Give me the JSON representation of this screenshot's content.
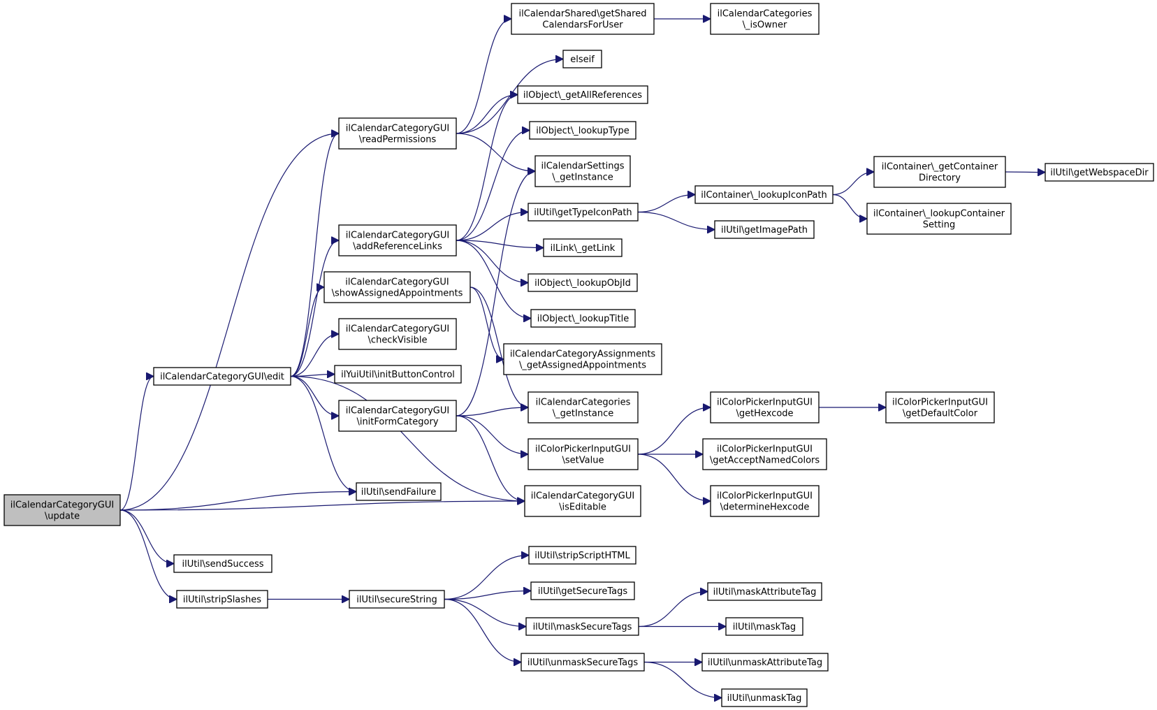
{
  "nodes": [
    {
      "id": "update",
      "lines": [
        "ilCalendarCategoryGUI",
        "\\update"
      ],
      "root": true
    },
    {
      "id": "edit",
      "lines": [
        "ilCalendarCategoryGUI\\edit"
      ]
    },
    {
      "id": "sendSuccess",
      "lines": [
        "ilUtil\\sendSuccess"
      ]
    },
    {
      "id": "stripSlashes",
      "lines": [
        "ilUtil\\stripSlashes"
      ]
    },
    {
      "id": "readPermissions",
      "lines": [
        "ilCalendarCategoryGUI",
        "\\readPermissions"
      ]
    },
    {
      "id": "addReferenceLinks",
      "lines": [
        "ilCalendarCategoryGUI",
        "\\addReferenceLinks"
      ]
    },
    {
      "id": "showAssigned",
      "lines": [
        "ilCalendarCategoryGUI",
        "\\showAssignedAppointments"
      ]
    },
    {
      "id": "checkVisible",
      "lines": [
        "ilCalendarCategoryGUI",
        "\\checkVisible"
      ]
    },
    {
      "id": "initButton",
      "lines": [
        "ilYuiUtil\\initButtonControl"
      ]
    },
    {
      "id": "initForm",
      "lines": [
        "ilCalendarCategoryGUI",
        "\\initFormCategory"
      ]
    },
    {
      "id": "sendFailure",
      "lines": [
        "ilUtil\\sendFailure"
      ]
    },
    {
      "id": "secureString",
      "lines": [
        "ilUtil\\secureString"
      ]
    },
    {
      "id": "getShared",
      "lines": [
        "ilCalendarShared\\getShared",
        "CalendarsForUser"
      ]
    },
    {
      "id": "elseif",
      "lines": [
        "elseif"
      ]
    },
    {
      "id": "getAllRefs",
      "lines": [
        "ilObject\\_getAllReferences"
      ]
    },
    {
      "id": "lookupType",
      "lines": [
        "ilObject\\_lookupType"
      ]
    },
    {
      "id": "calSettings",
      "lines": [
        "ilCalendarSettings",
        "\\_getInstance"
      ]
    },
    {
      "id": "getTypeIcon",
      "lines": [
        "ilUtil\\getTypeIconPath"
      ]
    },
    {
      "id": "getLink",
      "lines": [
        "ilLink\\_getLink"
      ]
    },
    {
      "id": "lookupObjId",
      "lines": [
        "ilObject\\_lookupObjId"
      ]
    },
    {
      "id": "lookupTitle",
      "lines": [
        "ilObject\\_lookupTitle"
      ]
    },
    {
      "id": "assignments",
      "lines": [
        "ilCalendarCategoryAssignments",
        "\\_getAssignedAppointments"
      ]
    },
    {
      "id": "calCategories",
      "lines": [
        "ilCalendarCategories",
        "\\_getInstance"
      ]
    },
    {
      "id": "setValue",
      "lines": [
        "ilColorPickerInputGUI",
        "\\setValue"
      ]
    },
    {
      "id": "isEditable",
      "lines": [
        "ilCalendarCategoryGUI",
        "\\isEditable"
      ]
    },
    {
      "id": "stripScript",
      "lines": [
        "ilUtil\\stripScriptHTML"
      ]
    },
    {
      "id": "getSecureTags",
      "lines": [
        "ilUtil\\getSecureTags"
      ]
    },
    {
      "id": "maskSecure",
      "lines": [
        "ilUtil\\maskSecureTags"
      ]
    },
    {
      "id": "unmaskSecure",
      "lines": [
        "ilUtil\\unmaskSecureTags"
      ]
    },
    {
      "id": "isOwner",
      "lines": [
        "ilCalendarCategories",
        "\\_isOwner"
      ]
    },
    {
      "id": "lookupIconPath",
      "lines": [
        "ilContainer\\_lookupIconPath"
      ]
    },
    {
      "id": "getImagePath",
      "lines": [
        "ilUtil\\getImagePath"
      ]
    },
    {
      "id": "getHexcode",
      "lines": [
        "ilColorPickerInputGUI",
        "\\getHexcode"
      ]
    },
    {
      "id": "acceptNamed",
      "lines": [
        "ilColorPickerInputGUI",
        "\\getAcceptNamedColors"
      ]
    },
    {
      "id": "determineHex",
      "lines": [
        "ilColorPickerInputGUI",
        "\\determineHexcode"
      ]
    },
    {
      "id": "maskAttr",
      "lines": [
        "ilUtil\\maskAttributeTag"
      ]
    },
    {
      "id": "maskTag",
      "lines": [
        "ilUtil\\maskTag"
      ]
    },
    {
      "id": "unmaskAttr",
      "lines": [
        "ilUtil\\unmaskAttributeTag"
      ]
    },
    {
      "id": "unmaskTag",
      "lines": [
        "ilUtil\\unmaskTag"
      ]
    },
    {
      "id": "getContainerDir",
      "lines": [
        "ilContainer\\_getContainer",
        "Directory"
      ]
    },
    {
      "id": "lookupContainerSetting",
      "lines": [
        "ilContainer\\_lookupContainer",
        "Setting"
      ]
    },
    {
      "id": "getDefaultColor",
      "lines": [
        "ilColorPickerInputGUI",
        "\\getDefaultColor"
      ]
    },
    {
      "id": "getWebspace",
      "lines": [
        "ilUtil\\getWebspaceDir"
      ]
    }
  ],
  "edges": [
    [
      "update",
      "readPermissions"
    ],
    [
      "update",
      "edit"
    ],
    [
      "update",
      "sendFailure"
    ],
    [
      "update",
      "isEditable"
    ],
    [
      "update",
      "sendSuccess"
    ],
    [
      "update",
      "stripSlashes"
    ],
    [
      "edit",
      "readPermissions"
    ],
    [
      "edit",
      "addReferenceLinks"
    ],
    [
      "edit",
      "showAssigned"
    ],
    [
      "edit",
      "checkVisible"
    ],
    [
      "edit",
      "initButton"
    ],
    [
      "edit",
      "initForm"
    ],
    [
      "edit",
      "sendFailure"
    ],
    [
      "edit",
      "isEditable"
    ],
    [
      "readPermissions",
      "getShared"
    ],
    [
      "readPermissions",
      "elseif"
    ],
    [
      "readPermissions",
      "getAllRefs"
    ],
    [
      "readPermissions",
      "calSettings"
    ],
    [
      "addReferenceLinks",
      "getAllRefs"
    ],
    [
      "addReferenceLinks",
      "lookupType"
    ],
    [
      "addReferenceLinks",
      "getTypeIcon"
    ],
    [
      "addReferenceLinks",
      "getLink"
    ],
    [
      "addReferenceLinks",
      "lookupObjId"
    ],
    [
      "addReferenceLinks",
      "lookupTitle"
    ],
    [
      "showAssigned",
      "assignments"
    ],
    [
      "showAssigned",
      "calCategories"
    ],
    [
      "initForm",
      "calSettings"
    ],
    [
      "initForm",
      "calCategories"
    ],
    [
      "initForm",
      "setValue"
    ],
    [
      "initForm",
      "isEditable"
    ],
    [
      "stripSlashes",
      "secureString"
    ],
    [
      "secureString",
      "stripScript"
    ],
    [
      "secureString",
      "getSecureTags"
    ],
    [
      "secureString",
      "maskSecure"
    ],
    [
      "secureString",
      "unmaskSecure"
    ],
    [
      "getShared",
      "isOwner"
    ],
    [
      "getTypeIcon",
      "lookupIconPath"
    ],
    [
      "getTypeIcon",
      "getImagePath"
    ],
    [
      "lookupIconPath",
      "getContainerDir"
    ],
    [
      "lookupIconPath",
      "lookupContainerSetting"
    ],
    [
      "getContainerDir",
      "getWebspace"
    ],
    [
      "setValue",
      "getHexcode"
    ],
    [
      "setValue",
      "acceptNamed"
    ],
    [
      "setValue",
      "determineHex"
    ],
    [
      "getHexcode",
      "getDefaultColor"
    ],
    [
      "maskSecure",
      "maskAttr"
    ],
    [
      "maskSecure",
      "maskTag"
    ],
    [
      "unmaskSecure",
      "unmaskAttr"
    ],
    [
      "unmaskSecure",
      "unmaskTag"
    ]
  ],
  "colors": {
    "edge": "#191970",
    "node_border": "#000000",
    "root_fill": "#bfbfbf",
    "node_fill": "#ffffff"
  }
}
